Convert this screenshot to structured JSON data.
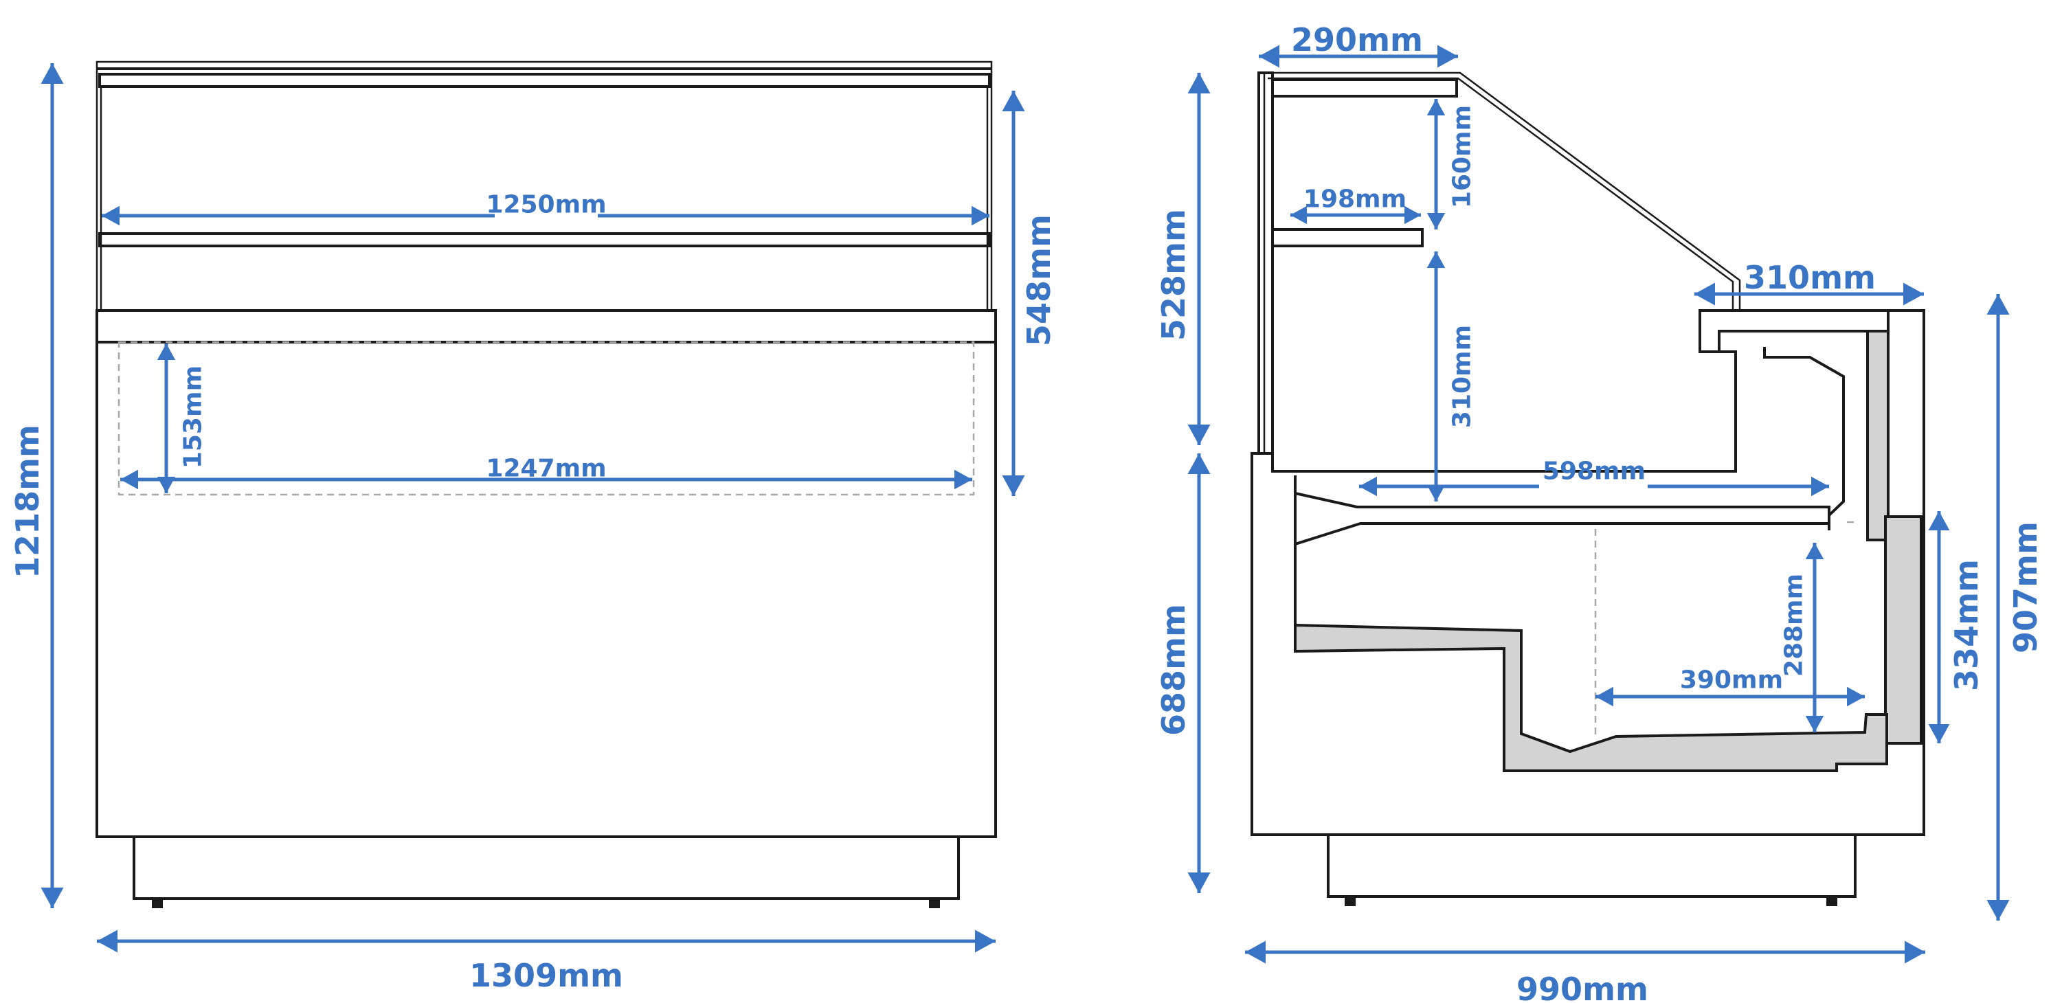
{
  "colors": {
    "dimension": "#3a74c4",
    "outline": "#1a1a1a",
    "insulation": "#d3d3d3",
    "hidden": "#a8a8a8"
  },
  "front_view": {
    "height_total": "1218mm",
    "width_total": "1309mm",
    "superstructure_height": "548mm",
    "shelf_width": "1250mm",
    "well_width": "1247mm",
    "well_depth": "153mm"
  },
  "side_view": {
    "top_shelf_depth": "290mm",
    "shelf_spacing": "160mm",
    "shelf_depth": "198mm",
    "superstructure_height": "528mm",
    "shelf_to_deck": "310mm",
    "counter_depth": "310mm",
    "deck_depth": "598mm",
    "base_height": "688mm",
    "storage_height": "288mm",
    "storage_depth": "390mm",
    "rear_door_height": "334mm",
    "height_total": "907mm",
    "depth_total": "990mm"
  }
}
